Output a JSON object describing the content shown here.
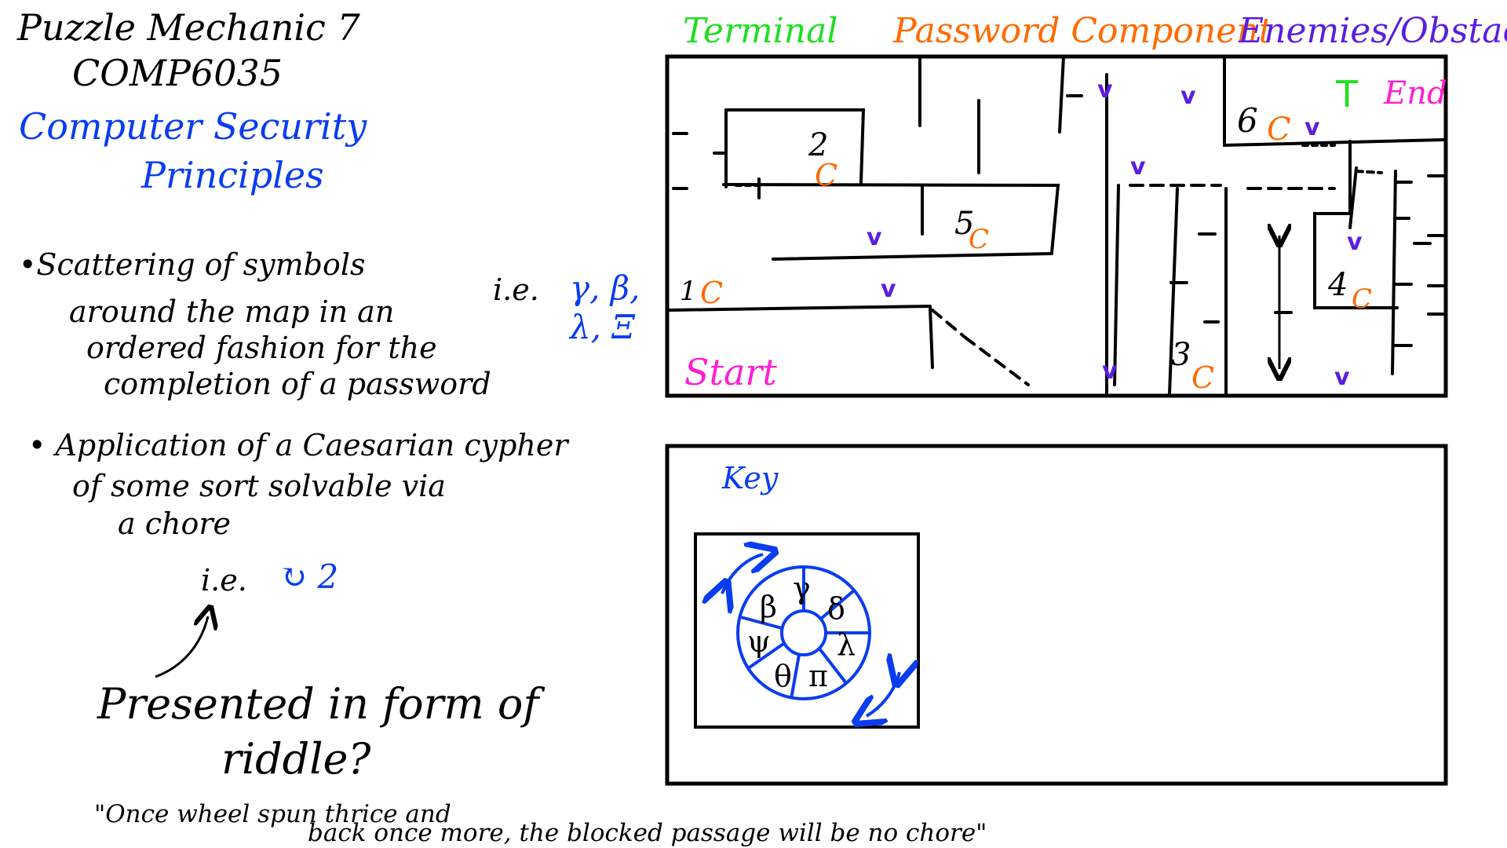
{
  "header": {
    "title": "Puzzle Mechanic 7",
    "course_code": "COMP6035",
    "course_name_1": "Computer Security",
    "course_name_2": "Principles"
  },
  "notes": {
    "bullet1_lines": [
      "•Scattering of symbols",
      "around the map in an",
      "ordered fashion for the",
      "completion of a password"
    ],
    "bullet1_ie": "i.e.",
    "bullet1_symbols_1": "γ, β,",
    "bullet1_symbols_2": "λ, Ξ",
    "bullet2_lines": [
      "• Application of a Caesarian cypher",
      "of some sort solvable via",
      "a chore"
    ],
    "bullet2_ie": "i.e.",
    "bullet2_example": "↻ 2",
    "riddle_label_1": "Presented in form of",
    "riddle_label_2": "riddle?",
    "riddle_text_1": "\"Once wheel spun thrice and",
    "riddle_text_2": "back once more, the blocked passage will be no chore\""
  },
  "legend": {
    "terminal": "Terminal",
    "password_component": "Password Component",
    "enemies_obstacles": "Enemies/Obstacles",
    "colors": {
      "terminal": "#22dd22",
      "password": "#ff6a00",
      "enemy": "#5a1ee0",
      "start_end": "#ff1fd0",
      "key": "#0a3cf0"
    }
  },
  "map": {
    "start_label": "Start",
    "end_label": "End",
    "terminal_symbol": "T",
    "component_symbol": "C",
    "enemy_symbol": "v",
    "component_numbers": [
      "1",
      "2",
      "3",
      "4",
      "5",
      "6"
    ]
  },
  "key_panel": {
    "label": "Key",
    "wheel_symbols": [
      "β",
      "γ",
      "δ",
      "λ",
      "π",
      "θ",
      "ψ"
    ]
  }
}
